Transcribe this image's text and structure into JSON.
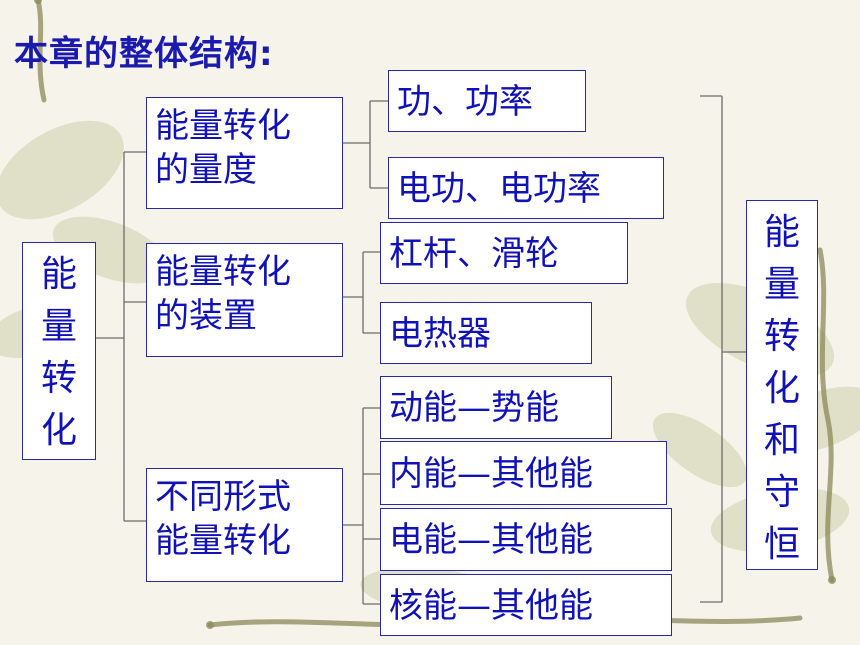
{
  "title": "本章的整体结构:",
  "left_root": [
    "能",
    "量",
    "转",
    "化"
  ],
  "groups": [
    {
      "label_lines": [
        "能量转化",
        "的量度"
      ],
      "items": [
        "功、功率",
        "电功、电功率"
      ]
    },
    {
      "label_lines": [
        "能量转化",
        "的装置"
      ],
      "items": [
        "杠杆、滑轮",
        "电热器"
      ]
    },
    {
      "label_lines": [
        "不同形式",
        "能量转化"
      ],
      "items": [
        "动能—势能",
        "内能—其他能",
        "电能—其他能",
        "核能—其他能"
      ]
    }
  ],
  "right_result": [
    "能",
    "量",
    "转",
    "化",
    "和",
    "守",
    "恒"
  ],
  "colors": {
    "text": "#1111b8",
    "border": "#2a2aa0",
    "line": "#6b6b6b"
  }
}
